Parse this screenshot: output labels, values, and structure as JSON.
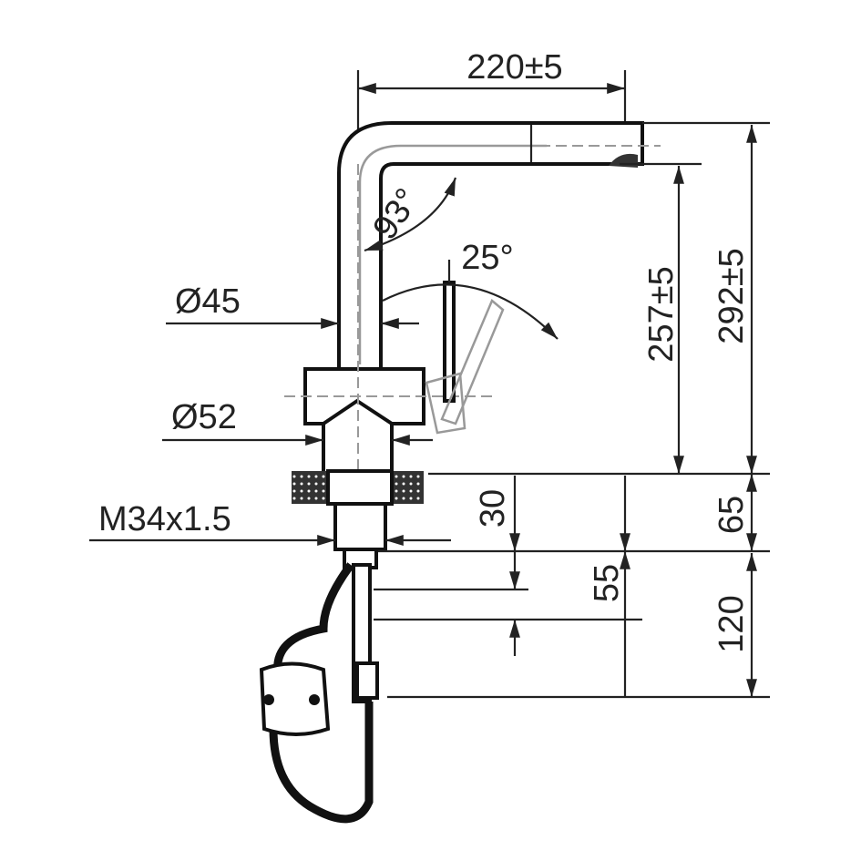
{
  "dimensions": {
    "spout_reach": "220±5",
    "spout_angle": "93°",
    "lever_angle": "25°",
    "column_diameter": "Ø45",
    "base_diameter": "Ø52",
    "thread": "M34x1.5",
    "spout_height": "257±5",
    "total_height": "292±5",
    "counter_min": "30",
    "counter_max": "65",
    "hose_min": "55",
    "hose_max": "120"
  }
}
